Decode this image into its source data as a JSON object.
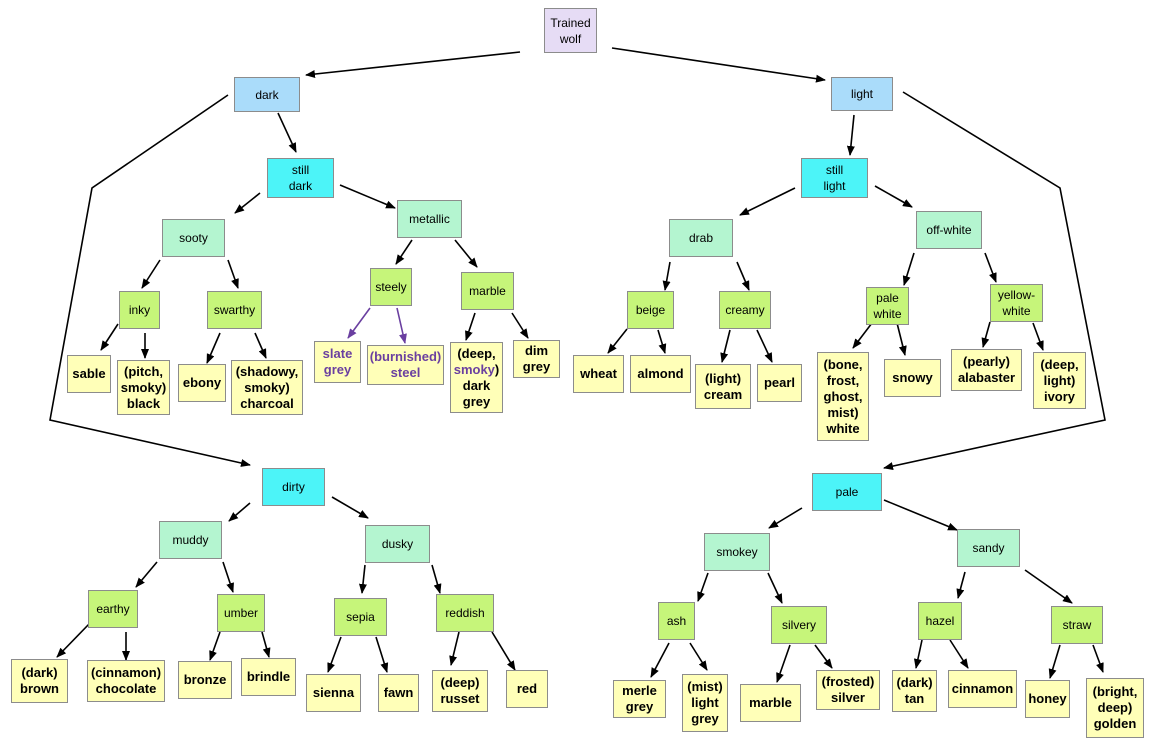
{
  "nodes": {
    "root": "Trained\nwolf",
    "dark": "dark",
    "light": "light",
    "still_dark": "still\ndark",
    "still_light": "still\nlight",
    "sooty": "sooty",
    "metallic": "metallic",
    "inky": "inky",
    "swarthy": "swarthy",
    "steely": "steely",
    "marble_d": "marble",
    "sable": "sable",
    "pitch_smoky_black": "(pitch,\nsmoky)\nblack",
    "ebony": "ebony",
    "shadowy_smoky_charcoal": "(shadowy,\nsmoky)\ncharcoal",
    "slate_grey": "slate\ngrey",
    "burnished_steel": "(burnished)\nsteel",
    "deep_smoky_dark_grey_pre": "(deep,\n",
    "deep_smoky_dark_grey_hl": "smoky",
    "deep_smoky_dark_grey_post": ")\ndark\ngrey",
    "dim_grey": "dim\ngrey",
    "drab": "drab",
    "off_white": "off-white",
    "beige": "beige",
    "creamy": "creamy",
    "pale_white": "pale\nwhite",
    "yellow_white": "yellow-\nwhite",
    "wheat": "wheat",
    "almond": "almond",
    "light_cream": "(light)\ncream",
    "pearl": "pearl",
    "bone_white": "(bone,\nfrost,\nghost,\nmist)\nwhite",
    "snowy": "snowy",
    "pearly_alabaster": "(pearly)\nalabaster",
    "deep_light_ivory": "(deep,\nlight)\nivory",
    "dirty": "dirty",
    "muddy": "muddy",
    "dusky": "dusky",
    "earthy": "earthy",
    "umber": "umber",
    "sepia": "sepia",
    "reddish": "reddish",
    "dark_brown": "(dark)\nbrown",
    "cinnamon_chocolate": "(cinnamon)\nchocolate",
    "bronze": "bronze",
    "brindle": "brindle",
    "sienna": "sienna",
    "fawn": "fawn",
    "deep_russet": "(deep)\nrusset",
    "red": "red",
    "pale": "pale",
    "smokey": "smokey",
    "sandy": "sandy",
    "ash": "ash",
    "silvery": "silvery",
    "hazel": "hazel",
    "straw": "straw",
    "merle_grey": "merle\ngrey",
    "mist_light_grey": "(mist)\nlight\ngrey",
    "marble_l": "marble",
    "frosted_silver": "(frosted)\nsilver",
    "dark_tan": "(dark)\ntan",
    "cinnamon": "cinnamon",
    "honey": "honey",
    "bright_deep_golden": "(bright,\ndeep)\ngolden"
  },
  "colors": {
    "root": "#e6dcf5",
    "level1": "#aadcfa",
    "level2": "#4cf4f8",
    "level3": "#b4f5d0",
    "level4": "#c6f57a",
    "leaf": "#ffffb8",
    "highlight_text": "#6a3fa0",
    "arrow": "#000000",
    "purple_arrow": "#6a3fa0"
  }
}
